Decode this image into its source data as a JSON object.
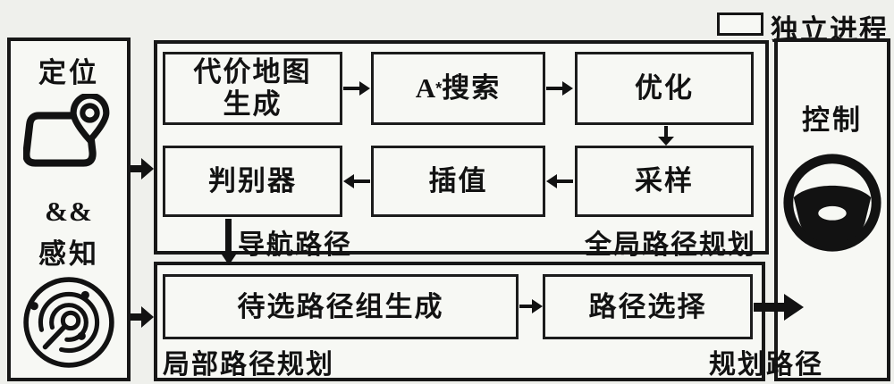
{
  "legend": {
    "label": "独立进程"
  },
  "left_panel": {
    "localization": "定位",
    "and": "&&",
    "perception": "感知"
  },
  "global_planning": {
    "title": "全局路径规划",
    "costmap": "代价地图\n生成",
    "astar_prefix": "A",
    "astar_sup": "*",
    "astar_suffix": " 搜索",
    "optimize": "优化",
    "sampling": "采样",
    "interpolation": "插值",
    "discriminator": "判别器",
    "nav_path": "导航路径"
  },
  "local_planning": {
    "title": "局部路径规划",
    "candidate": "待选路径组生成",
    "selection": "路径选择"
  },
  "right_panel": {
    "control": "控制"
  },
  "planned_path": "规划路径",
  "colors": {
    "line": "#121212",
    "panel_bg": "#f7f8f4",
    "page_bg": "#eff0ec"
  }
}
